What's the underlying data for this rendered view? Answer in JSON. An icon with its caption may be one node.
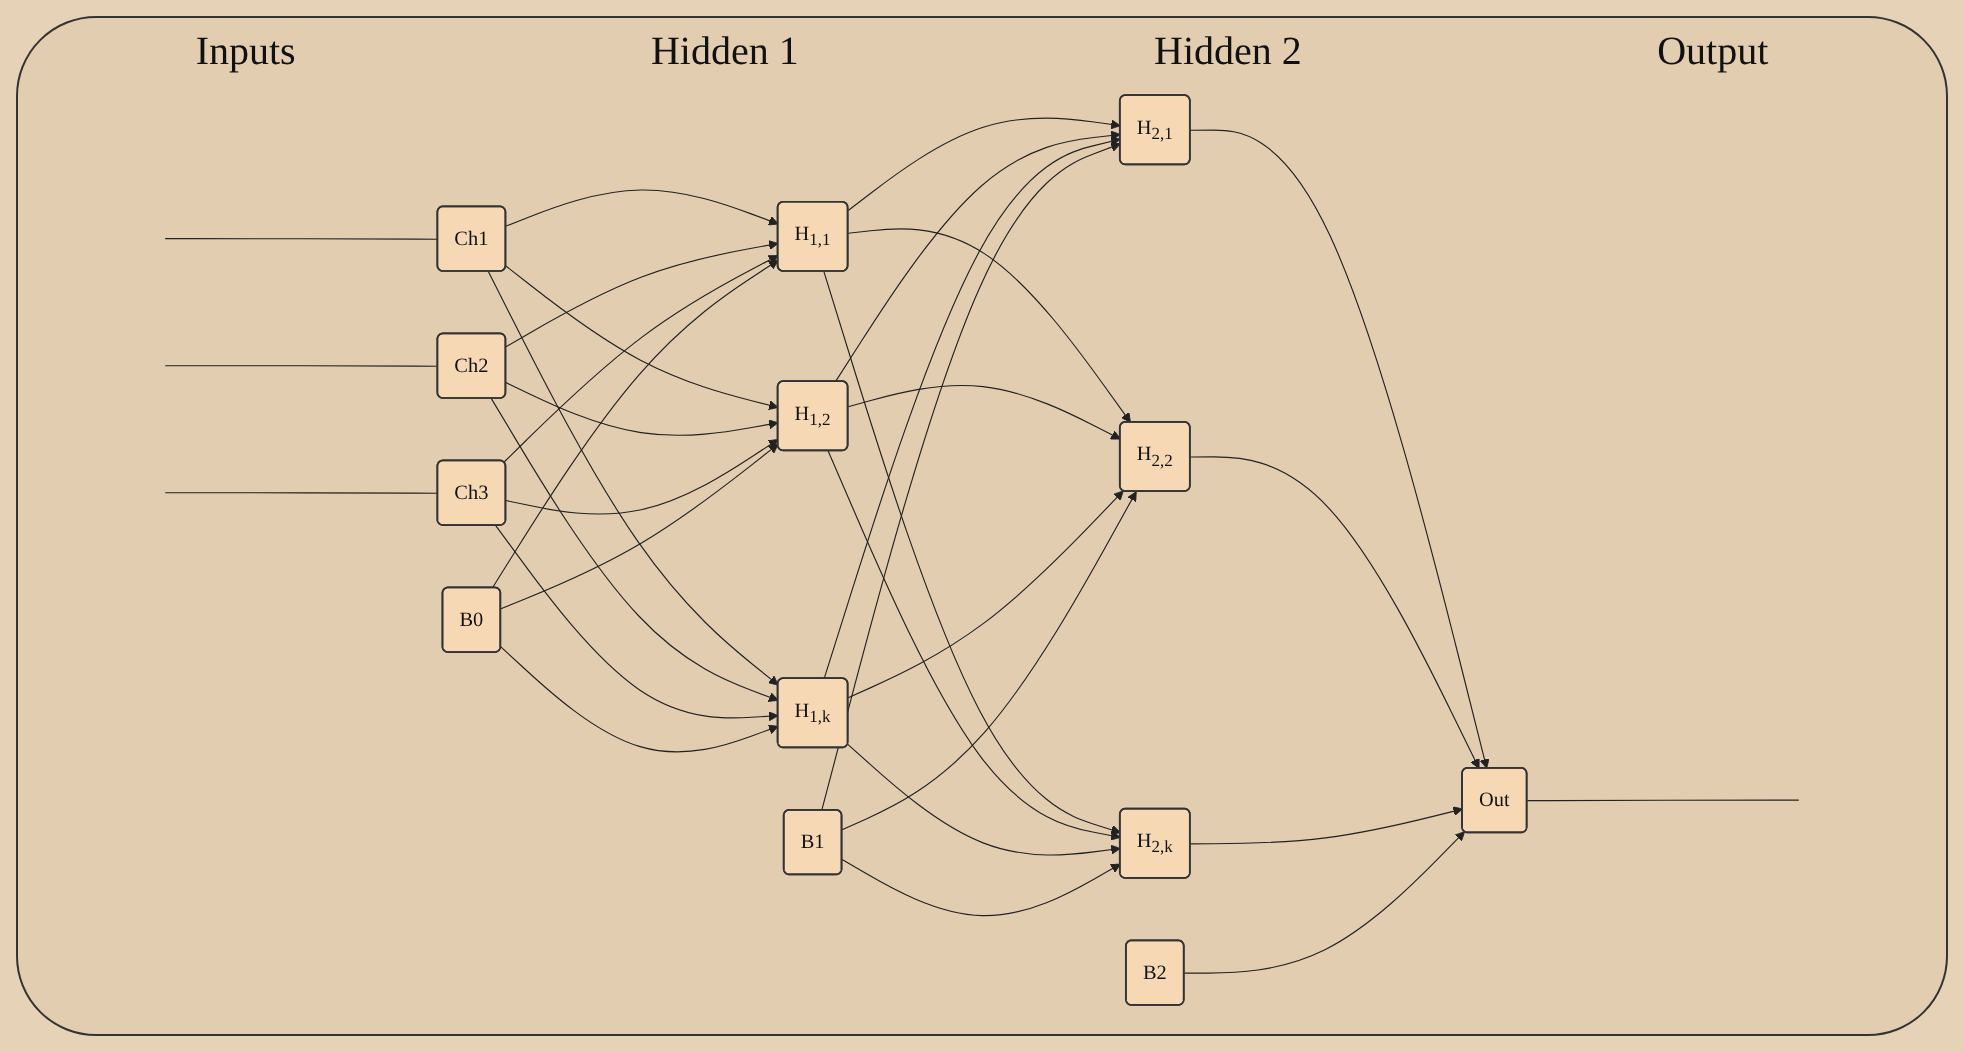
{
  "diagram": {
    "nodes": [
      {
        "text": [
          "Ch1"
        ]
      },
      {
        "text": [
          "Ch2"
        ]
      },
      {
        "text": [
          "Ch3"
        ]
      },
      {
        "text": [
          "B0"
        ]
      },
      {
        "text": [
          "H$_{1,1}$"
        ]
      },
      {
        "text": [
          "H$_{1,2}$"
        ]
      },
      {
        "text": [
          "H$_{1,k}$"
        ]
      },
      {
        "text": [
          "B1"
        ]
      },
      {
        "text": [
          "H$_{2,1}$"
        ]
      },
      {
        "text": [
          "H$_{2,2}$"
        ]
      },
      {
        "text": [
          "H$_{2,k}$"
        ]
      },
      {
        "text": [
          "B2"
        ]
      },
      {
        "text": [
          "Out"
        ]
      }
    ],
    "edges": [
      {
        "from": null,
        "to": 0,
        "arrow": "none"
      },
      {
        "from": null,
        "to": 1,
        "arrow": "none"
      },
      {
        "from": null,
        "to": 2,
        "arrow": "none"
      },
      {
        "from": 0,
        "to": 4,
        "arrow": "to"
      },
      {
        "from": 0,
        "to": 5,
        "arrow": "to"
      },
      {
        "from": 0,
        "to": 6,
        "arrow": "to"
      },
      {
        "from": 1,
        "to": 4,
        "arrow": "to"
      },
      {
        "from": 1,
        "to": 5,
        "arrow": "to"
      },
      {
        "from": 1,
        "to": 6,
        "arrow": "to"
      },
      {
        "from": 2,
        "to": 4,
        "arrow": "to"
      },
      {
        "from": 2,
        "to": 5,
        "arrow": "to"
      },
      {
        "from": 2,
        "to": 6,
        "arrow": "to"
      },
      {
        "from": 3,
        "to": 4,
        "arrow": "to"
      },
      {
        "from": 3,
        "to": 5,
        "arrow": "to"
      },
      {
        "from": 3,
        "to": 6,
        "arrow": "to"
      },
      {
        "from": 4,
        "to": 8,
        "arrow": "to"
      },
      {
        "from": 4,
        "to": 9,
        "arrow": "to"
      },
      {
        "from": 4,
        "to": 10,
        "arrow": "to"
      },
      {
        "from": 5,
        "to": 8,
        "arrow": "to"
      },
      {
        "from": 5,
        "to": 9,
        "arrow": "to"
      },
      {
        "from": 5,
        "to": 10,
        "arrow": "to"
      },
      {
        "from": 6,
        "to": 8,
        "arrow": "to"
      },
      {
        "from": 6,
        "to": 9,
        "arrow": "to"
      },
      {
        "from": 6,
        "to": 10,
        "arrow": "to"
      },
      {
        "from": 7,
        "to": 8,
        "arrow": "to"
      },
      {
        "from": 7,
        "to": 9,
        "arrow": "to"
      },
      {
        "from": 7,
        "to": 10,
        "arrow": "to"
      },
      {
        "from": 8,
        "to": 12,
        "arrow": "to"
      },
      {
        "from": 9,
        "to": 12,
        "arrow": "to"
      },
      {
        "from": 10,
        "to": 12,
        "arrow": "to"
      },
      {
        "from": 11,
        "to": 12,
        "arrow": "to"
      },
      {
        "from": 12,
        "to": null,
        "arrow": "none"
      }
    ],
    "labels": [
      "Inputs",
      "Hidden 1",
      "Hidden 2",
      "Output"
    ]
  }
}
